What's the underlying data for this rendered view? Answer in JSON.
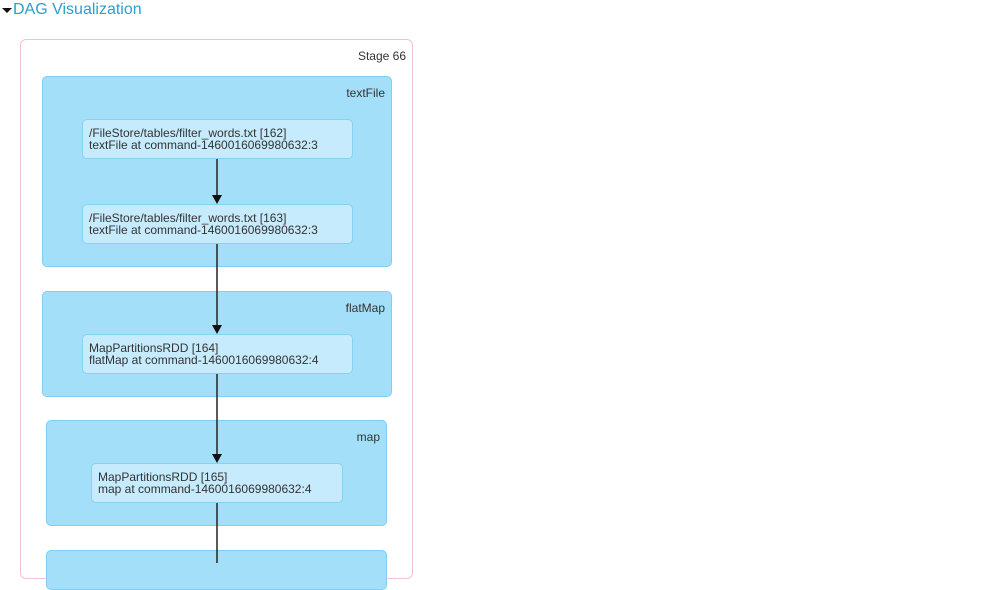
{
  "toggle": {
    "label": "DAG Visualization",
    "icon": "caret-down-icon"
  },
  "stage": {
    "label": "Stage 66"
  },
  "clusters": [
    {
      "label": "textFile"
    },
    {
      "label": "flatMap"
    },
    {
      "label": "map"
    },
    {
      "label": ""
    }
  ],
  "nodes": [
    {
      "line1": "/FileStore/tables/filter_words.txt [162]",
      "line2": "textFile at command-1460016069980632:3"
    },
    {
      "line1": "/FileStore/tables/filter_words.txt [163]",
      "line2": "textFile at command-1460016069980632:3"
    },
    {
      "line1": "MapPartitionsRDD [164]",
      "line2": "flatMap at command-1460016069980632:4"
    },
    {
      "line1": "MapPartitionsRDD [165]",
      "line2": "map at command-1460016069980632:4"
    }
  ],
  "edges": [
    {
      "from": 0,
      "to": 1
    },
    {
      "from": 1,
      "to": 2
    },
    {
      "from": 2,
      "to": 3
    },
    {
      "from": 3,
      "to": "next"
    }
  ]
}
